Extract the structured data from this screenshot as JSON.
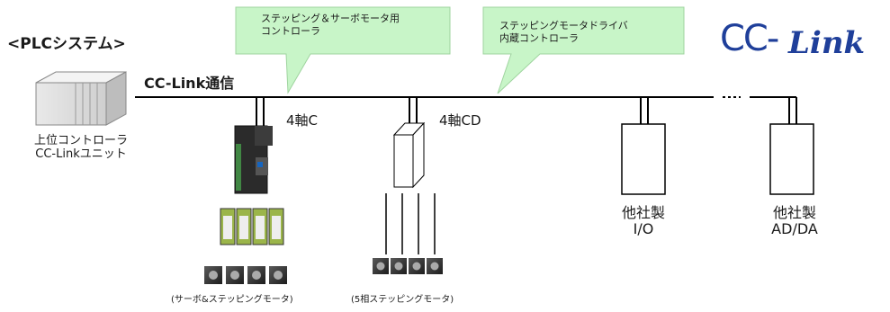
{
  "title": "<PLCシステム>",
  "network_label": "CC-Link通信",
  "logo": {
    "text_cc": "CC-",
    "text_link": "Link",
    "color": "#1f3f9a"
  },
  "callouts": [
    {
      "lines": [
        "ステッピング＆サーボモータ用",
        "コントローラ"
      ]
    },
    {
      "lines": [
        "ステッピングモータドライバ",
        "内蔵コントローラ"
      ]
    }
  ],
  "devices": {
    "plc_unit": {
      "label_line1": "上位コントローラ",
      "label_line2": "CC-Linkユニット"
    },
    "controller_4axis_c": {
      "label": "4軸C",
      "caption": "(サーボ&ステッピングモータ)"
    },
    "controller_4axis_cd": {
      "label": "4軸CD",
      "caption": "(5相ステッピングモータ)"
    },
    "third_party_io": {
      "label_line1": "他社製",
      "label_line2": "I/O"
    },
    "third_party_adda": {
      "label_line1": "他社製",
      "label_line2": "AD/DA"
    }
  },
  "colors": {
    "callout_fill": "#c8f5c8",
    "callout_stroke": "#9fd49f",
    "line": "#000000",
    "driver_green": "#9bb54a"
  }
}
